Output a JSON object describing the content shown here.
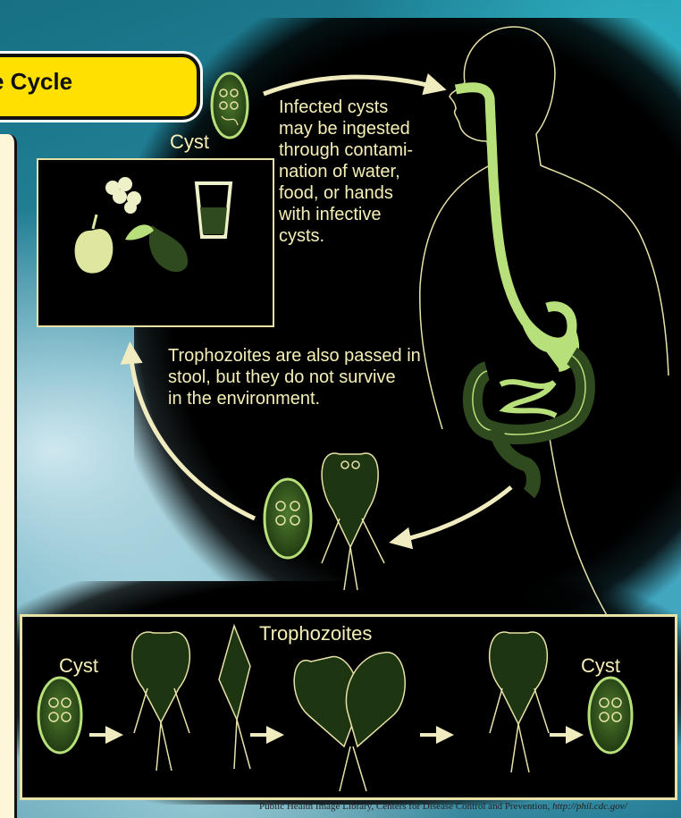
{
  "title": "e Cycle",
  "labels": {
    "cyst_top": "Cyst",
    "cyst_left": "Cyst",
    "cyst_right": "Cyst",
    "trophozoites": "Trophozoites"
  },
  "infection_text": [
    "Infected cysts",
    "may be ingested",
    "through contami-",
    "nation of water,",
    "food, or hands",
    "with infective",
    "cysts."
  ],
  "stool_text": [
    "Trophozoites are also passed in",
    "stool, but they do not survive",
    "in the environment."
  ],
  "credit": {
    "text": "Public Health Image Library, Centers for Disease Control and Prevention,",
    "url": "http://phil.cdc.gov/"
  },
  "colors": {
    "title_bg": "#ffe000",
    "text": "#f6f0b7",
    "organ": "#b8e07a",
    "organ_dark": "#2f4a1e",
    "outline": "#e9e2a8",
    "arrow": "#f1ecc0"
  }
}
